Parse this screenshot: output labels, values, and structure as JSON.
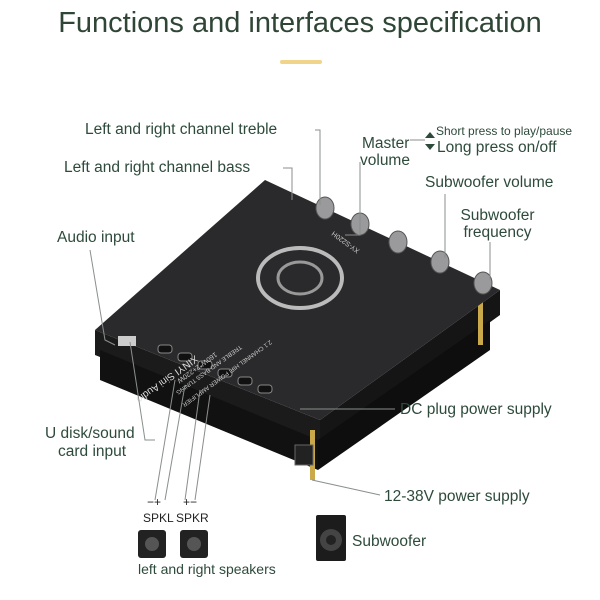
{
  "title": "Functions and interfaces specification",
  "labels": {
    "treble": "Left and right channel treble",
    "bass": "Left and right channel bass",
    "master_volume_line1": "Master",
    "master_volume_line2": "volume",
    "short_press": "Short press to play/pause",
    "long_press": "Long press on/off",
    "sub_volume": "Subwoofer volume",
    "sub_freq_line1": "Subwoofer",
    "sub_freq_line2": "frequency",
    "audio_input": "Audio input",
    "dc_plug": "DC plug power supply",
    "udisk_line1": "U disk/sound",
    "udisk_line2": "card input",
    "power_supply": "12-38V power supply",
    "spkl_polarity": "−+",
    "spkr_polarity": "+−",
    "spkl": "SPKL",
    "spkr": "SPKR",
    "subwoofer": "Subwoofer",
    "speakers": "left and right speakers"
  },
  "board_text": {
    "brand": "XINYI Sini Audio",
    "power": "160W*2+220W",
    "tuning": "TREBLE AND BASS TUNING",
    "desc": "2.1 CHANNEL HIFI POWER AMPLIFIER",
    "model": "XY-S220H"
  },
  "colors": {
    "text": "#2d4a3b",
    "board": "#2a2a2c",
    "accent": "#f0d48a"
  }
}
